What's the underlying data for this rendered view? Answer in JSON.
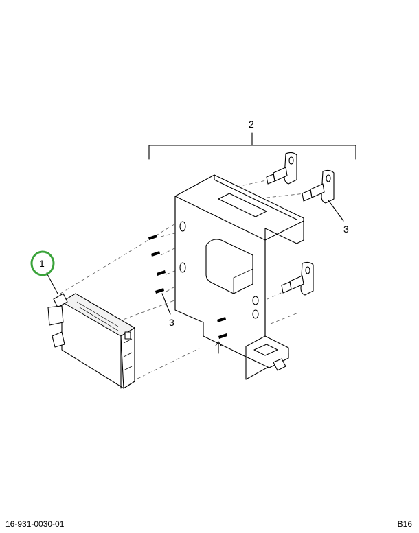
{
  "callouts": {
    "item_1": "1",
    "item_2": "2",
    "item_3_upper": "3",
    "item_3_lower": "3"
  },
  "highlight_color": "#3aa33a",
  "footer": {
    "doc_id": "16-931-0030-01",
    "page_id": "B16"
  }
}
